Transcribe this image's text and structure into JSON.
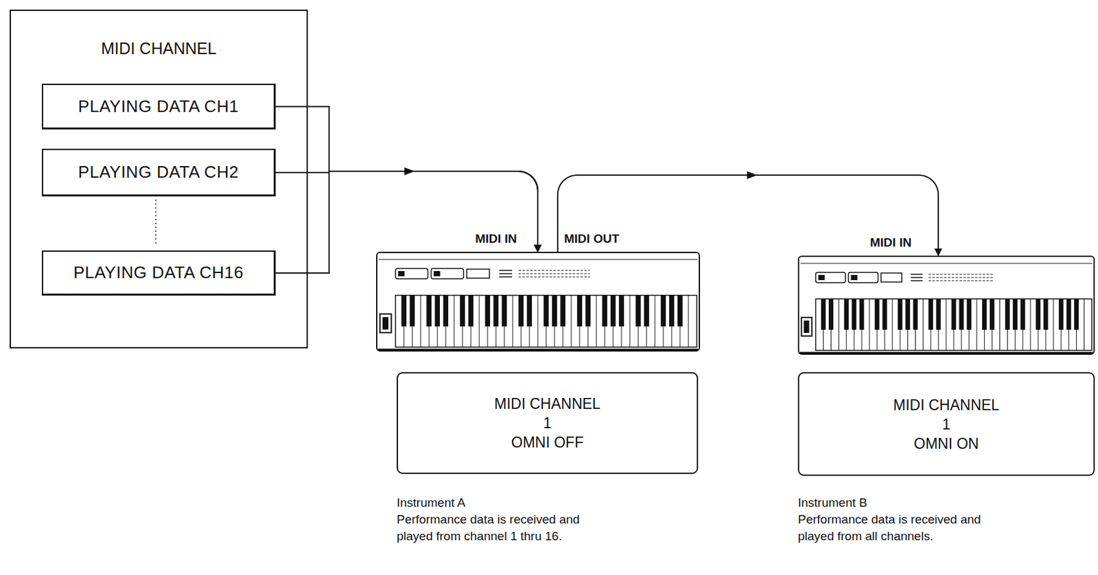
{
  "diagram": {
    "nodes": [
      {
        "text": [
          "MIDI CHANNEL"
        ]
      },
      {
        "text": [
          "PLAYING DATA CH1"
        ],
        "in": 0
      },
      {
        "text": [
          "PLAYING DATA CH2"
        ],
        "in": 0
      },
      {
        "text": [
          "PLAYING DATA CH16"
        ],
        "in": 0
      },
      {
        "text": [
          "MIDI IN",
          "MIDI OUT"
        ]
      },
      {
        "text": [
          "MIDI CHANNEL",
          "1",
          "OMNI OFF"
        ]
      },
      {
        "text": [
          "MIDI IN"
        ]
      },
      {
        "text": [
          "MIDI CHANNEL",
          "1",
          "OMNI ON"
        ]
      }
    ],
    "edges": [
      {
        "from": 1,
        "to": 4,
        "arrow": "to"
      },
      {
        "from": 2,
        "to": 4,
        "arrow": "to"
      },
      {
        "from": 3,
        "to": 4,
        "arrow": "to"
      },
      {
        "from": 4,
        "to": 6,
        "arrow": "to"
      }
    ],
    "labels": [
      "Instrument A",
      "Performance data is received and played from channel 1 thru 16.",
      "Instrument B",
      "Performance data is received and played from all channels."
    ]
  }
}
